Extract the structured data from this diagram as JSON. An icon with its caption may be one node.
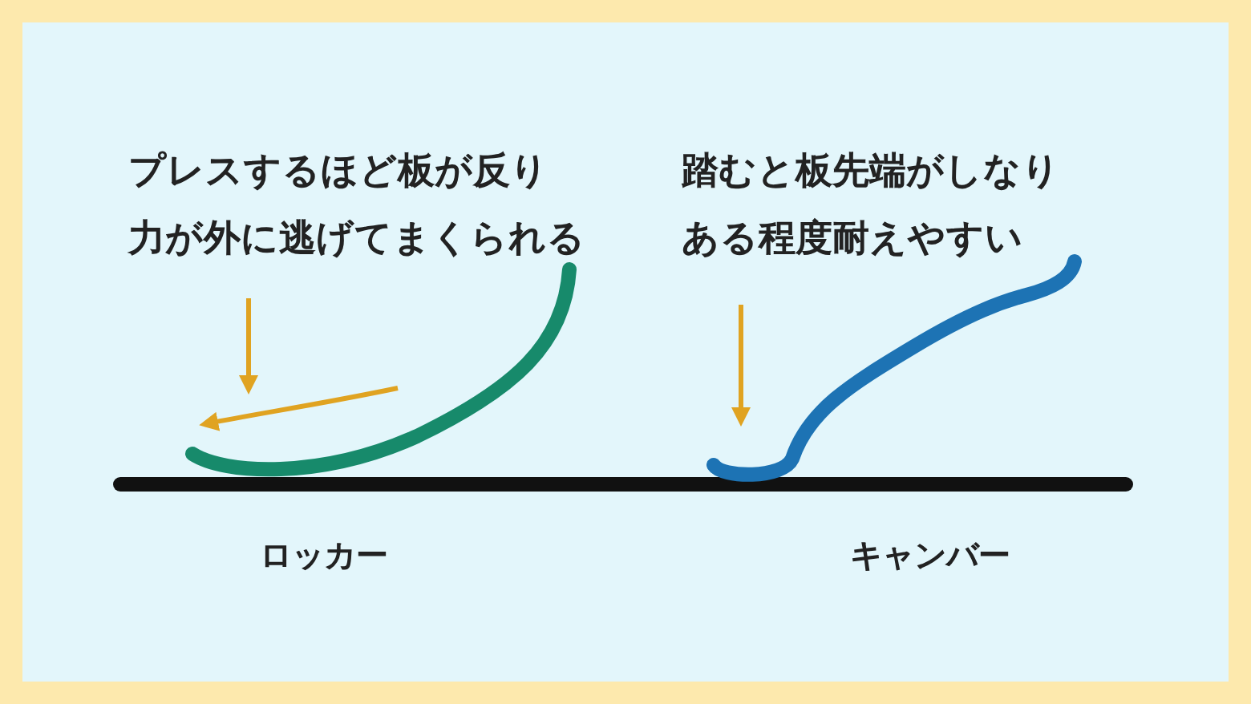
{
  "diagram": {
    "labels": [
      "プレスするほど板が反り力が外に逃げてまくられる",
      "踏むと板先端がしなりある程度耐えやすい",
      "ロッカー",
      "キャンバー"
    ]
  }
}
